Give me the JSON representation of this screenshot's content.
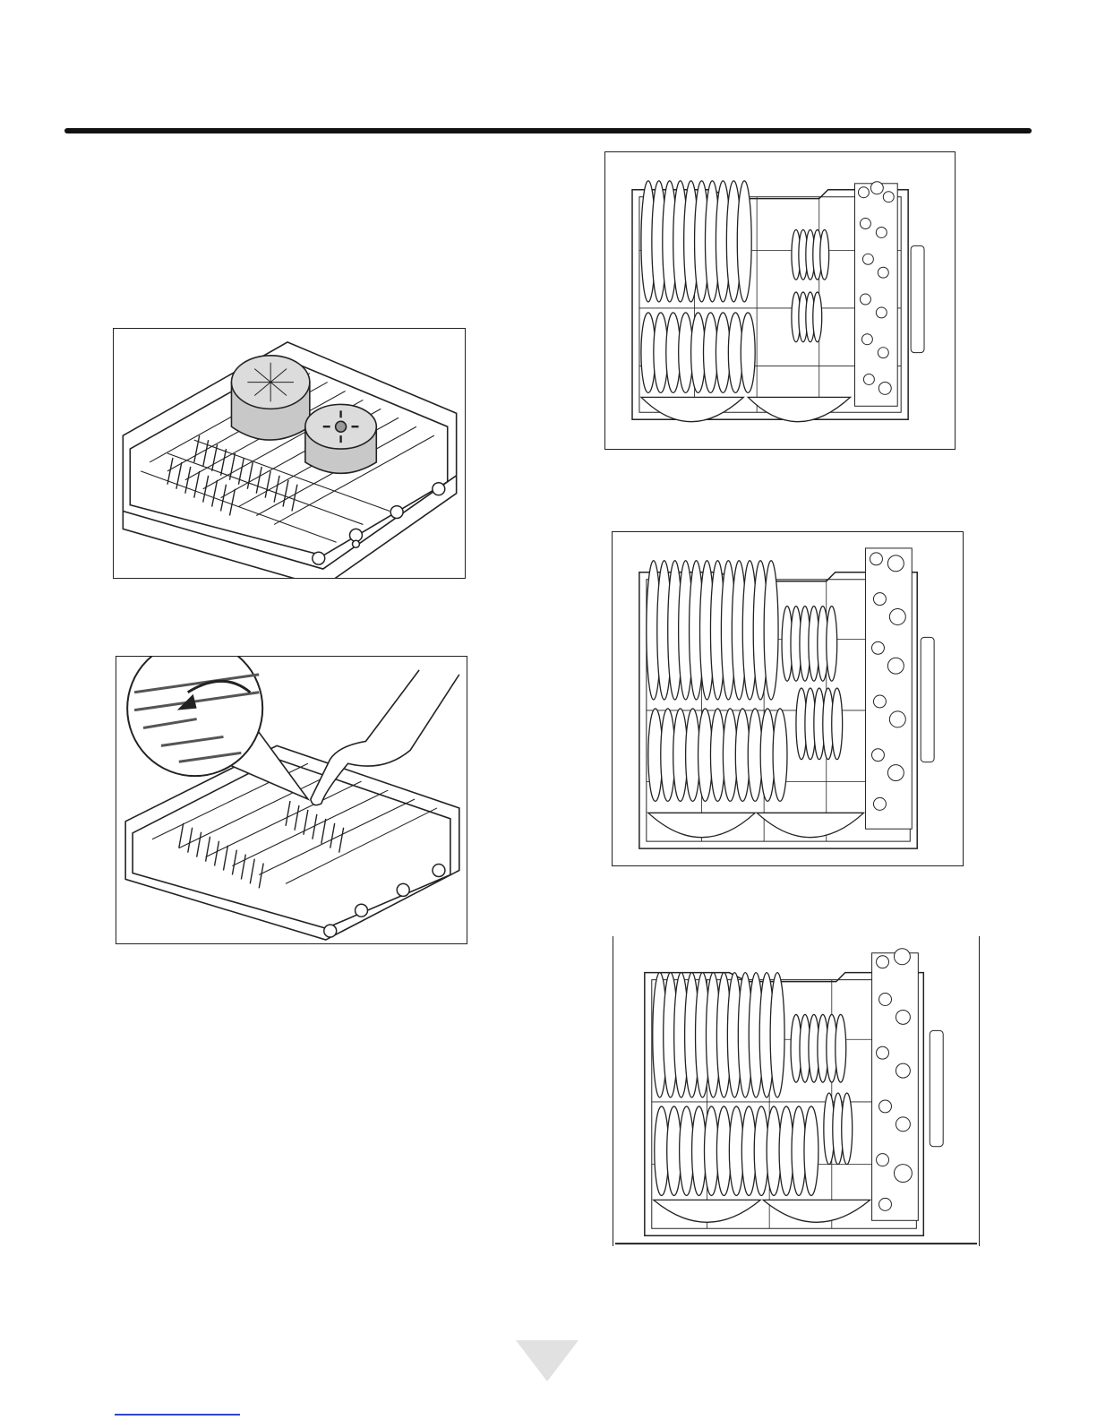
{
  "figures": [
    {
      "id": "upper-rack-pots",
      "icon": "rack-with-pots-illustration"
    },
    {
      "id": "fold-tines",
      "icon": "hand-folding-tines-illustration"
    },
    {
      "id": "loading-pattern-1",
      "icon": "rack-loading-diagram"
    },
    {
      "id": "loading-pattern-2",
      "icon": "rack-loading-diagram"
    },
    {
      "id": "loading-pattern-3",
      "icon": "rack-loading-diagram"
    }
  ],
  "navigation": {
    "icon": "triangle-down-icon",
    "color": "#e1e1e1"
  },
  "colors": {
    "line": "#222222",
    "pot": "#c8c8c8",
    "accent_link": "#3344cc"
  }
}
